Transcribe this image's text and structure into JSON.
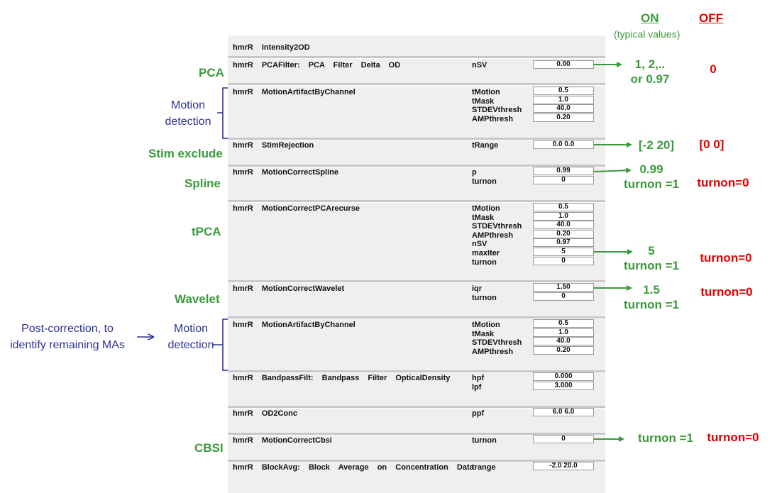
{
  "header": {
    "on": "ON",
    "on_sub": "(typical values)",
    "off": "OFF"
  },
  "functions": {
    "intensity2od": {
      "name": "hmrR  Intensity2OD"
    },
    "pcafilter": {
      "name": "hmrR  PCAFilter:  PCA  Filter  Delta  OD",
      "params": [
        {
          "label": "nSV",
          "value": "0.00"
        }
      ]
    },
    "motionartifact1": {
      "name": "hmrR  MotionArtifactByChannel",
      "params": [
        {
          "label": "tMotion",
          "value": "0.5"
        },
        {
          "label": "tMask",
          "value": "1.0"
        },
        {
          "label": "STDEVthresh",
          "value": "40.0"
        },
        {
          "label": "AMPthresh",
          "value": "0.20"
        }
      ]
    },
    "stimrejection": {
      "name": "hmrR  StimRejection",
      "params": [
        {
          "label": "tRange",
          "value": "0.0 0.0"
        }
      ]
    },
    "spline": {
      "name": "hmrR  MotionCorrectSpline",
      "params": [
        {
          "label": "p",
          "value": "0.99"
        },
        {
          "label": "turnon",
          "value": "0"
        }
      ]
    },
    "pcarecurse": {
      "name": "hmrR  MotionCorrectPCArecurse",
      "params": [
        {
          "label": "tMotion",
          "value": "0.5"
        },
        {
          "label": "tMask",
          "value": "1.0"
        },
        {
          "label": "STDEVthresh",
          "value": "40.0"
        },
        {
          "label": "AMPthresh",
          "value": "0.20"
        },
        {
          "label": "nSV",
          "value": "0.97"
        },
        {
          "label": "maxIter",
          "value": "5"
        },
        {
          "label": "turnon",
          "value": "0"
        }
      ]
    },
    "wavelet": {
      "name": "hmrR  MotionCorrectWavelet",
      "params": [
        {
          "label": "iqr",
          "value": "1.50"
        },
        {
          "label": "turnon",
          "value": "0"
        }
      ]
    },
    "motionartifact2": {
      "name": "hmrR  MotionArtifactByChannel",
      "params": [
        {
          "label": "tMotion",
          "value": "0.5"
        },
        {
          "label": "tMask",
          "value": "1.0"
        },
        {
          "label": "STDEVthresh",
          "value": "40.0"
        },
        {
          "label": "AMPthresh",
          "value": "0.20"
        }
      ]
    },
    "bandpass": {
      "name": "hmrR  BandpassFilt:  Bandpass  Filter  OpticalDensity",
      "params": [
        {
          "label": "hpf",
          "value": "0.000"
        },
        {
          "label": "lpf",
          "value": "3.000"
        }
      ]
    },
    "od2conc": {
      "name": "hmrR  OD2Conc",
      "params": [
        {
          "label": "ppf",
          "value": "6.0 6.0"
        }
      ]
    },
    "cbsi": {
      "name": "hmrR  MotionCorrectCbsi",
      "params": [
        {
          "label": "turnon",
          "value": "0"
        }
      ]
    },
    "blockavg": {
      "name": "hmrR  BlockAvg:  Block  Average  on  Concentration  Data",
      "params": [
        {
          "label": "trange",
          "value": "-2.0 20.0"
        }
      ]
    }
  },
  "left_labels": {
    "pca": "PCA",
    "motion_detection_1_l1": "Motion",
    "motion_detection_1_l2": "detection",
    "stim_exclude": "Stim exclude",
    "spline": "Spline",
    "tpca": "tPCA",
    "wavelet": "Wavelet",
    "post_correction_l1": "Post-correction, to",
    "post_correction_l2": "identify remaining MAs",
    "motion_detection_2_l1": "Motion",
    "motion_detection_2_l2": "detection",
    "cbsi": "CBSI"
  },
  "annotations": {
    "pca_on_l1": "1, 2,..",
    "pca_on_l2": "or 0.97",
    "pca_off": "0",
    "stim_on": "[-2 20]",
    "stim_off": "[0 0]",
    "spline_on_l1": "0.99",
    "spline_on_l2": "turnon =1",
    "spline_off": "turnon=0",
    "tpca_on_l1": "5",
    "tpca_on_l2": "turnon =1",
    "tpca_off": "turnon=0",
    "wavelet_on_l1": "1.5",
    "wavelet_on_l2": "turnon =1",
    "wavelet_off": "turnon=0",
    "cbsi_on": "turnon =1",
    "cbsi_off": "turnon=0"
  },
  "colors": {
    "green": "#3a9a3a",
    "red": "#e00000",
    "navy": "#2e3192",
    "panel": "#efefef"
  }
}
